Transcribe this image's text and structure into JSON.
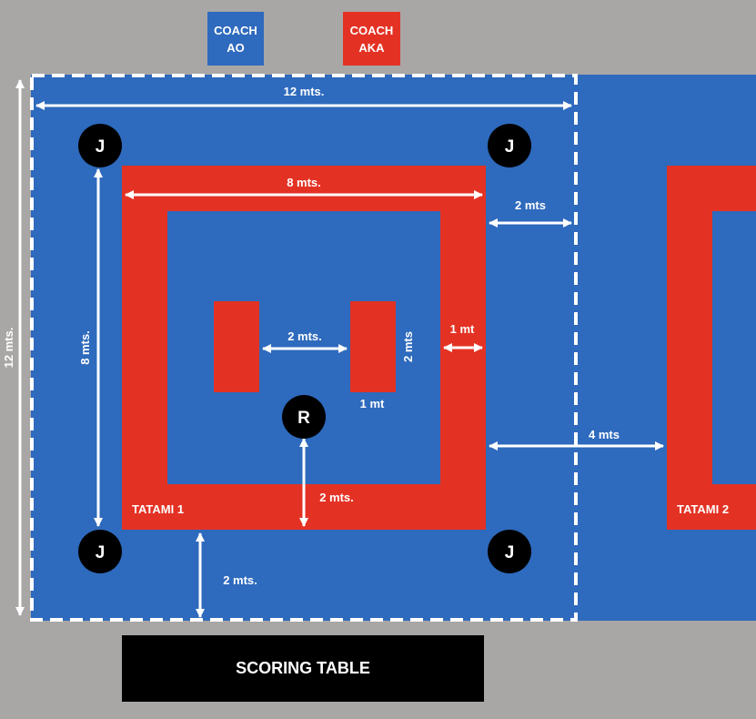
{
  "colors": {
    "background": "#a9a6a6",
    "floor": "#2e6abd",
    "tatami_red": "#e33224",
    "coach_ao": "#2e6abd",
    "coach_aka": "#e33224",
    "markers": "#000000",
    "lines": "#ffffff"
  },
  "coaches": {
    "ao": {
      "line1": "COACH",
      "line2": "AO"
    },
    "aka": {
      "line1": "COACH",
      "line2": "AKA"
    }
  },
  "markers": {
    "judge": "J",
    "referee": "R"
  },
  "dimensions": {
    "total_width": "12 mts.",
    "total_height": "12 mts.",
    "tatami_width": "8 mts.",
    "tatami_height": "8 mts.",
    "safety_side": "2 mts",
    "border_width": "1 mt",
    "competitor_gap": "2 mts.",
    "competitor_length": "2 mts",
    "competitor_width": "1 mt",
    "referee_distance": "2 mts.",
    "between_tatamis": "4 mts",
    "to_scoring_table": "2 mts."
  },
  "tatamis": {
    "first": "TATAMI 1",
    "second": "TATAMI 2"
  },
  "scoring_table": "SCORING TABLE"
}
